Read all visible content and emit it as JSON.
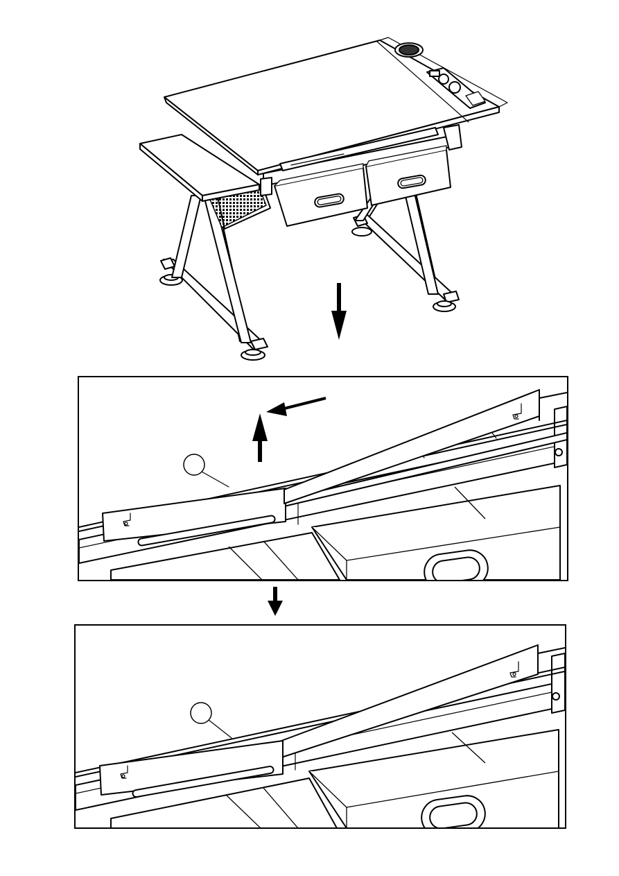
{
  "figure": {
    "steps": [
      {
        "id": "desk-overview",
        "description_hidden": ""
      },
      {
        "id": "detail-slide-out"
      },
      {
        "id": "detail-installed"
      }
    ],
    "callouts": [
      {
        "id": "part-callout-1",
        "text": ""
      },
      {
        "id": "part-callout-2",
        "text": ""
      }
    ],
    "colors": {
      "line": "#000000",
      "background": "#ffffff"
    }
  }
}
